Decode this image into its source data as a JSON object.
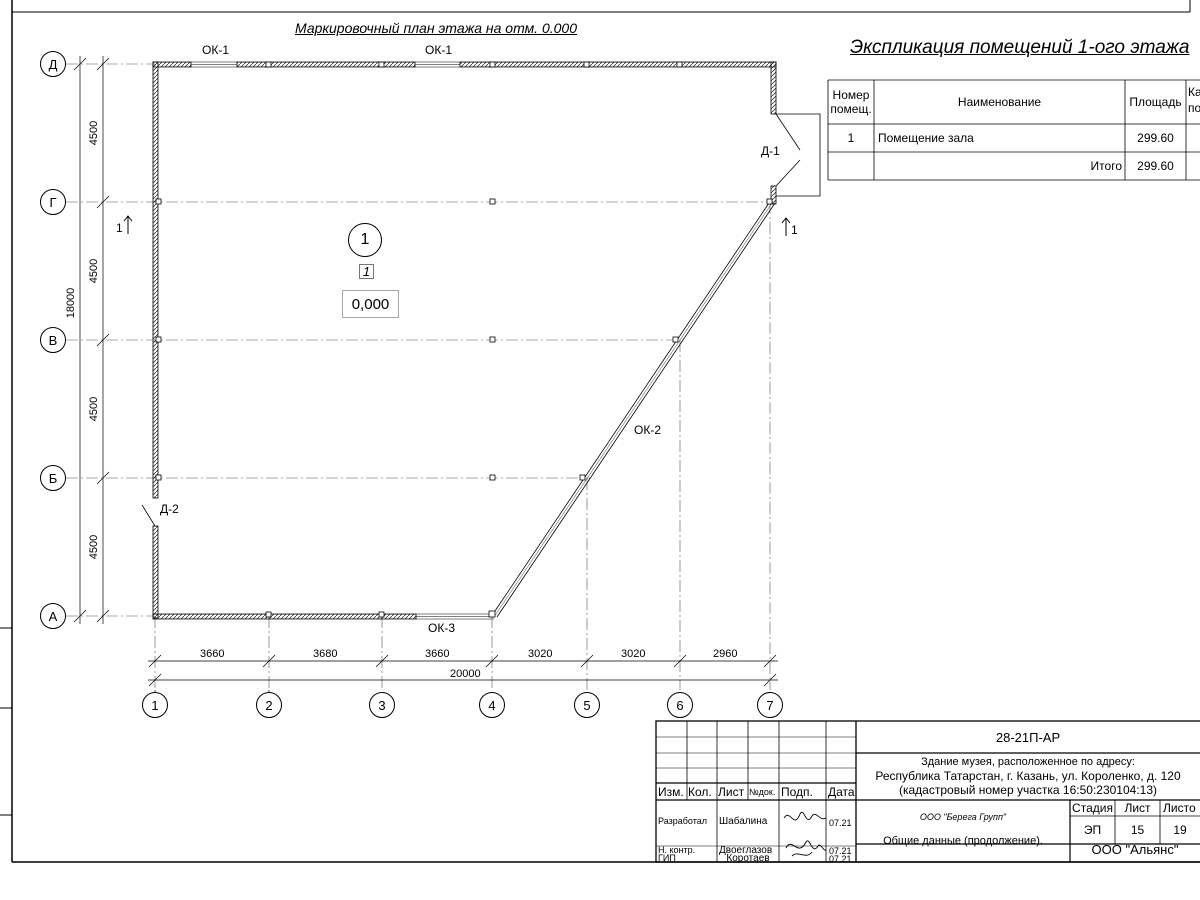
{
  "plan": {
    "title": "Маркировочный план этажа на отм. 0.000",
    "room_number": "1",
    "room_index": "1",
    "room_level": "0,000",
    "labels": {
      "ok1a": "ОК-1",
      "ok1b": "ОК-1",
      "ok2": "ОК-2",
      "ok3": "ОК-3",
      "d1": "Д-1",
      "d2": "Д-2",
      "section_left": "1",
      "section_right": "1"
    },
    "row_axes": [
      "Д",
      "Г",
      "В",
      "Б",
      "А"
    ],
    "col_axes": [
      "1",
      "2",
      "3",
      "4",
      "5",
      "6",
      "7"
    ],
    "vertical_dims": [
      "4500",
      "4500",
      "4500",
      "4500"
    ],
    "vertical_total": "18000",
    "horizontal_dims": [
      "3660",
      "3680",
      "3660",
      "3020",
      "3020",
      "2960"
    ],
    "horizontal_total": "20000"
  },
  "explication": {
    "title": "Экспликация помещений 1-ого этажа",
    "headers": {
      "num": "Номер помещ.",
      "name": "Наименование",
      "area": "Площадь",
      "cat_partial": "Ка по"
    },
    "rows": [
      {
        "num": "1",
        "name": "Помещение зала",
        "area": "299.60"
      }
    ],
    "total_label": "Итого",
    "total_value": "299.60"
  },
  "title_block": {
    "code": "28-21П-АР",
    "address_line1": "Здание музея, расположенное по адресу:",
    "address_line2": "Республика Татарстан, г. Казань, ул. Короленко, д. 120",
    "address_line3": "(кадастровый номер участка 16:50:230104:13)",
    "col_headers": {
      "izm": "Изм.",
      "kol": "Кол.",
      "list": "Лист",
      "ndok": "№док.",
      "podp": "Подп.",
      "data": "Дата"
    },
    "signers": [
      {
        "role": "Разработал",
        "name": "Шабалина",
        "date": "07.21"
      },
      {
        "role": "Н. контр.",
        "name": "Двоеглазов",
        "date": "07.21"
      },
      {
        "role": "ГИП",
        "name": "Коротаев",
        "date": "07.21"
      }
    ],
    "company": "ООО \"Берега Групп\"",
    "stage_label": "Стадия",
    "sheet_label": "Лист",
    "sheets_label": "Листо",
    "stage": "ЭП",
    "sheet": "15",
    "sheets": "19",
    "doc_title": "Общие данные (продолжение).",
    "org": "ООО \"Альянс\""
  }
}
